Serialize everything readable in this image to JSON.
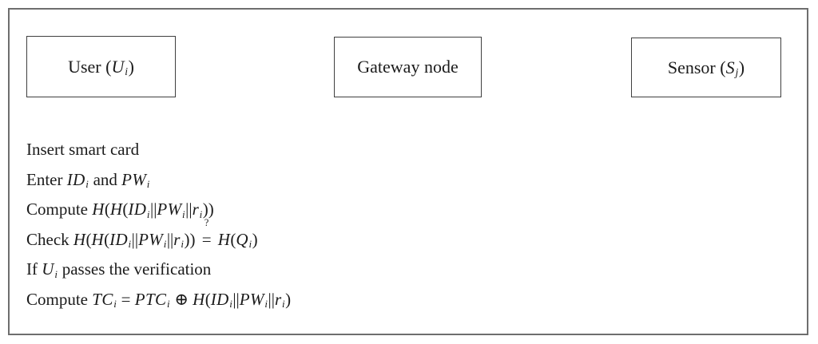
{
  "figure": {
    "colors": {
      "frame": "#6e6e6e",
      "box_border": "#3f3f3f",
      "text": "#1b1b1b",
      "background": "#ffffff"
    },
    "boxes": [
      {
        "id": "user",
        "segments": [
          {
            "t": "User ("
          },
          {
            "v": "U",
            "s": "i"
          },
          {
            "t": ")"
          }
        ]
      },
      {
        "id": "gateway",
        "segments": [
          {
            "t": "Gateway node"
          }
        ]
      },
      {
        "id": "sensor",
        "segments": [
          {
            "t": "Sensor ("
          },
          {
            "v": "S",
            "s": "j"
          },
          {
            "t": ")"
          }
        ]
      }
    ],
    "steps": [
      {
        "segments": [
          {
            "t": "Insert smart card"
          }
        ]
      },
      {
        "segments": [
          {
            "t": "Enter "
          },
          {
            "v": "ID",
            "s": "i"
          },
          {
            "t": " and "
          },
          {
            "v": "PW",
            "s": "i"
          }
        ]
      },
      {
        "segments": [
          {
            "t": "Compute "
          },
          {
            "v": "H"
          },
          {
            "t": "("
          },
          {
            "v": "H"
          },
          {
            "t": "("
          },
          {
            "v": "ID",
            "s": "i"
          },
          {
            "t": "||"
          },
          {
            "v": "PW",
            "s": "i"
          },
          {
            "t": "||"
          },
          {
            "v": "r",
            "s": "i"
          },
          {
            "t": "))"
          }
        ]
      },
      {
        "segments": [
          {
            "t": "Check "
          },
          {
            "v": "H"
          },
          {
            "t": "("
          },
          {
            "v": "H"
          },
          {
            "t": "("
          },
          {
            "v": "ID",
            "s": "i"
          },
          {
            "t": "||"
          },
          {
            "v": "PW",
            "s": "i"
          },
          {
            "t": "||"
          },
          {
            "v": "r",
            "s": "i"
          },
          {
            "t": ")) "
          },
          {
            "q": "?",
            "eq": "="
          },
          {
            "t": " "
          },
          {
            "v": "H"
          },
          {
            "t": "("
          },
          {
            "v": "Q",
            "s": "i"
          },
          {
            "t": ")"
          }
        ]
      },
      {
        "segments": [
          {
            "t": "If "
          },
          {
            "v": "U",
            "s": "i"
          },
          {
            "t": " passes the verification"
          }
        ]
      },
      {
        "segments": [
          {
            "t": "Compute "
          },
          {
            "v": "TC",
            "s": "i"
          },
          {
            "t": " = "
          },
          {
            "v": "PTC",
            "s": "i"
          },
          {
            "t": " ⊕ "
          },
          {
            "v": "H"
          },
          {
            "t": "("
          },
          {
            "v": "ID",
            "s": "i"
          },
          {
            "t": "||"
          },
          {
            "v": "PW",
            "s": "i"
          },
          {
            "t": "||"
          },
          {
            "v": "r",
            "s": "i"
          },
          {
            "t": ")"
          }
        ]
      }
    ]
  }
}
